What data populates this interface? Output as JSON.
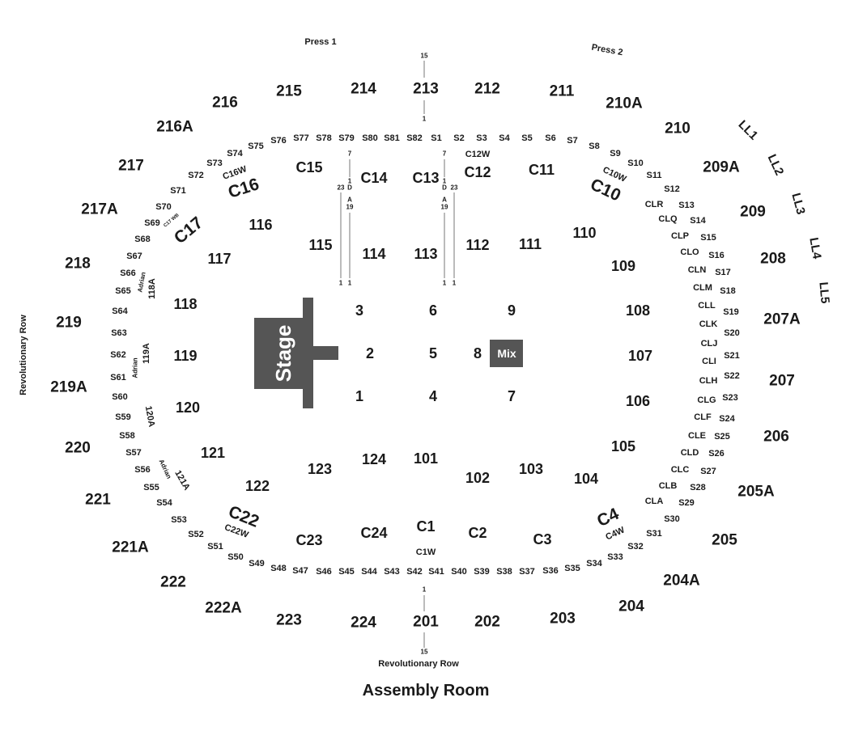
{
  "title": "Assembly Room",
  "stage_label": "Stage",
  "mix_label": "Mix",
  "floor": [
    "1",
    "2",
    "3",
    "4",
    "5",
    "6",
    "7",
    "8",
    "9"
  ],
  "lower_sections": [
    "101",
    "102",
    "103",
    "104",
    "105",
    "106",
    "107",
    "108",
    "109",
    "110",
    "111",
    "112",
    "113",
    "114",
    "115",
    "116",
    "117",
    "118",
    "119",
    "120",
    "121",
    "122",
    "123",
    "124"
  ],
  "club_sections": [
    "C1",
    "C2",
    "C3",
    "C4",
    "C10",
    "C11",
    "C12",
    "C13",
    "C14",
    "C15",
    "C16",
    "C17",
    "C22",
    "C23",
    "C24"
  ],
  "club_wings": [
    "C1W",
    "C4W",
    "C10W",
    "C12W",
    "C16W",
    "C22W",
    "C17 WB"
  ],
  "suites": [
    "S1",
    "S2",
    "S3",
    "S4",
    "S5",
    "S6",
    "S7",
    "S8",
    "S9",
    "S10",
    "S11",
    "S12",
    "S13",
    "S14",
    "S15",
    "S16",
    "S17",
    "S18",
    "S19",
    "S20",
    "S21",
    "S22",
    "S23",
    "S24",
    "S25",
    "S26",
    "S27",
    "S28",
    "S29",
    "S30",
    "S31",
    "S32",
    "S33",
    "S34",
    "S35",
    "S36",
    "S37",
    "S38",
    "S39",
    "S40",
    "S41",
    "S42",
    "S43",
    "S44",
    "S45",
    "S46",
    "S47",
    "S48",
    "S49",
    "S50",
    "S51",
    "S52",
    "S53",
    "S54",
    "S55",
    "S56",
    "S57",
    "S58",
    "S59",
    "S60",
    "S61",
    "S62",
    "S63",
    "S64",
    "S65",
    "S66",
    "S67",
    "S68",
    "S69",
    "S70",
    "S71",
    "S72",
    "S73",
    "S74",
    "S75",
    "S76",
    "S77",
    "S78",
    "S79",
    "S80",
    "S81",
    "S82"
  ],
  "club_lounges": [
    "CLA",
    "CLB",
    "CLC",
    "CLD",
    "CLE",
    "CLF",
    "CLG",
    "CLH",
    "CLI",
    "CLJ",
    "CLK",
    "CLL",
    "CLM",
    "CLN",
    "CLO",
    "CLP",
    "CLQ",
    "CLR"
  ],
  "upper_sections": [
    "201",
    "202",
    "203",
    "204",
    "204A",
    "205",
    "205A",
    "206",
    "207",
    "207A",
    "208",
    "209",
    "209A",
    "210",
    "210A",
    "211",
    "212",
    "213",
    "214",
    "215",
    "216",
    "216A",
    "217",
    "217A",
    "218",
    "219",
    "219A",
    "220",
    "221",
    "221A",
    "222",
    "222A",
    "223",
    "224"
  ],
  "loge": [
    "LL1",
    "LL2",
    "LL3",
    "LL4",
    "LL5"
  ],
  "adrian_sections": [
    "118A",
    "119A",
    "120A",
    "121A"
  ],
  "adrian_word": "Adrian",
  "press": [
    "Press 1",
    "Press 2"
  ],
  "revolutionary_row": "Revolutionary Row",
  "row_markers": {
    "one": "1",
    "seven": "7",
    "nineteen": "19",
    "twentythree": "23",
    "fifteen": "15",
    "d": "D",
    "a": "A"
  }
}
